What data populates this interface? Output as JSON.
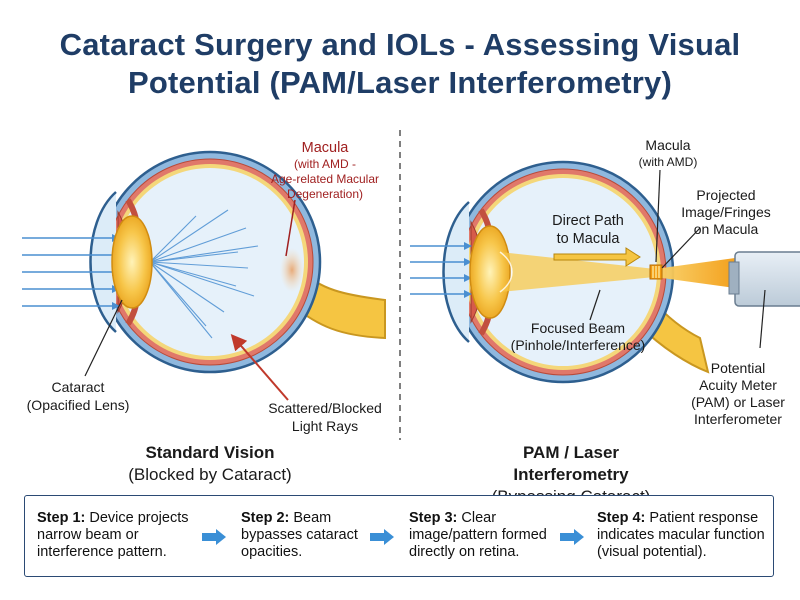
{
  "title": {
    "line1": "Cataract Surgery and IOLs - Assessing Visual",
    "line2": "Potential (PAM/Laser Interferometry)"
  },
  "left_panel": {
    "macula_label": [
      "Macula",
      "(with AMD -",
      "Age-related Macular",
      "Degeneration)"
    ],
    "cataract_label": [
      "Cataract",
      "(Opacified Lens)"
    ],
    "scattered_label": [
      "Scattered/Blocked",
      "Light Rays"
    ],
    "caption_title": "Standard Vision",
    "caption_sub": "(Blocked by Cataract)"
  },
  "right_panel": {
    "macula_label": [
      "Macula",
      "(with AMD)"
    ],
    "projected_label": [
      "Projected",
      "Image/Fringes",
      "on Macula"
    ],
    "direct_path_label": [
      "Direct Path",
      "to Macula"
    ],
    "focused_beam_label": [
      "Focused Beam",
      "(Pinhole/Interference)"
    ],
    "device_label": [
      "Potential",
      "Acuity Meter",
      "(PAM) or Laser",
      "Interferometer"
    ],
    "caption_title": "PAM / Laser Interferometry",
    "caption_sub": "(Bypassing Cataract)"
  },
  "steps": [
    {
      "label": "Step 1:",
      "text_lines": [
        " Device projects",
        "narrow beam or",
        "interference pattern."
      ]
    },
    {
      "label": "Step 2:",
      "text_lines": [
        " Beam",
        "bypasses cataract",
        "opacities."
      ]
    },
    {
      "label": "Step 3:",
      "text_lines": [
        " Clear",
        "image/pattern formed",
        "directly on retina."
      ]
    },
    {
      "label": "Step 4:",
      "text_lines": [
        " Patient response",
        "indicates macular function",
        "(visual potential)."
      ]
    }
  ],
  "colors": {
    "title": "#1f3d66",
    "sclera": "#7aa9d6",
    "choroid": "#d9534f",
    "vitreous": "#e6f1fa",
    "lens": "#f5b731",
    "beam": "#f6b21a",
    "light_ray": "#4a8fd1",
    "macula_text": "#a02020",
    "step_arrow": "#3a8fd6",
    "step_border": "#2b4a74"
  },
  "icons": [
    "step-arrow-icon",
    "pointer-arrow-icon"
  ]
}
